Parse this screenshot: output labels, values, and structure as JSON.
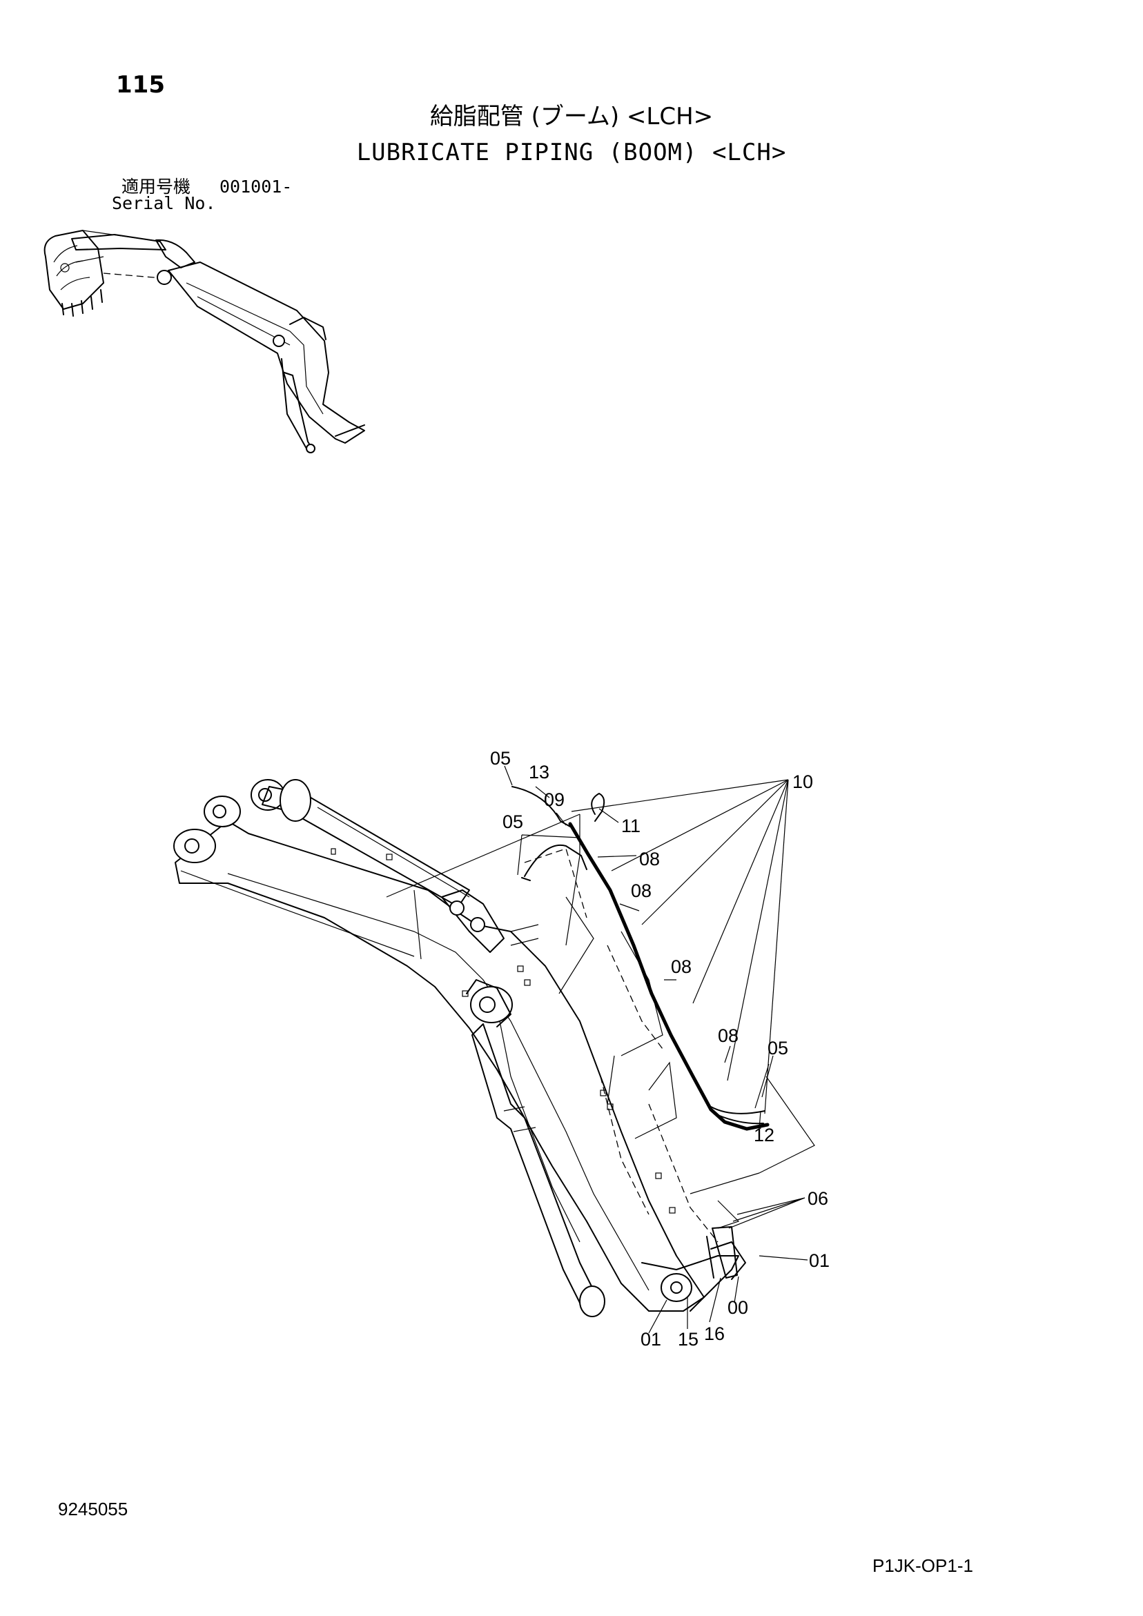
{
  "header": {
    "page_number": "115",
    "title_jp": "給脂配管 (ブーム) <LCH>",
    "title_en": "LUBRICATE PIPING (BOOM) <LCH>",
    "serial_label_jp": "適用号機",
    "serial_value": "001001-",
    "serial_label_en": "Serial No."
  },
  "callouts": {
    "c05a": "05",
    "c13": "13",
    "c09": "09",
    "c05b": "05",
    "c11": "11",
    "c08a": "08",
    "c08b": "08",
    "c08c": "08",
    "c08d": "08",
    "c10": "10",
    "c05c": "05",
    "c12": "12",
    "c06": "06",
    "c01a": "01",
    "c00": "00",
    "c01b": "01",
    "c15": "15",
    "c16": "16"
  },
  "footer": {
    "doc_number": "9245055",
    "page_code": "P1JK-OP1-1"
  }
}
